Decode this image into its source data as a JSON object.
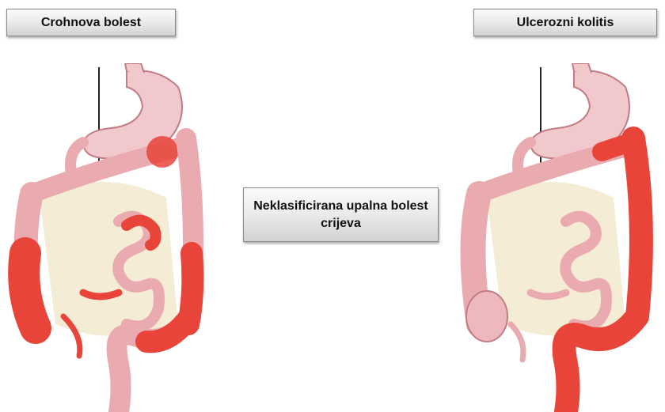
{
  "labels": {
    "crohn": "Crohnova bolest",
    "uc": "Ulcerozni kolitis",
    "unclassified": "Neklasificirana upalna bolest crijeva"
  },
  "colors": {
    "inflamed": "#e8443a",
    "healthy_bowel": "#e9aab0",
    "bowel_outline": "#c27c84",
    "mesentery": "#f3ead0",
    "stomach": "#f1c9cc",
    "box_border": "#8a8a8a"
  },
  "illustrations": [
    {
      "name": "crohn-digestive-illustration",
      "inflamed_segments": [
        "colon-ascending",
        "cecum",
        "colon-descending",
        "sigmoid",
        "ileum-loop"
      ]
    },
    {
      "name": "uc-digestive-illustration",
      "inflamed_segments": [
        "colon-descending",
        "sigmoid",
        "rectum"
      ]
    }
  ]
}
